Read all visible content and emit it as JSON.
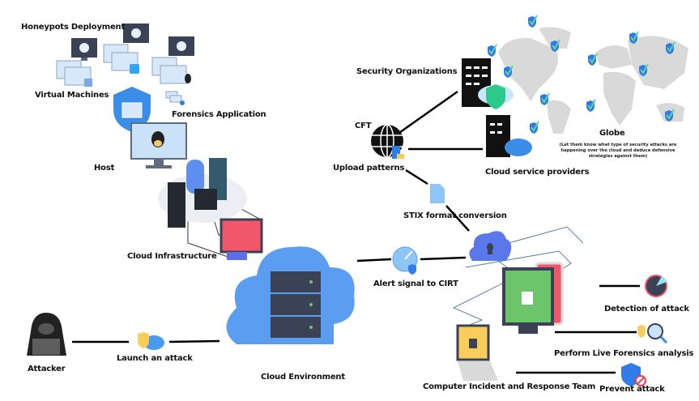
{
  "diagram": {
    "labels": {
      "honeypots": "Honeypots Deployment",
      "virtual_machines": "Virtual Machines",
      "forensics_app": "Forensics Application",
      "host": "Host",
      "cloud_infrastructure": "Cloud Infrastructure",
      "security_orgs": "Security Organizations",
      "cft": "CFT",
      "upload_patterns": "Upload patterns",
      "cloud_service_providers": "Cloud service providers",
      "globe": "Globe",
      "globe_note": "(Let them know what type of security attacks are happening over the cloud and deduce defensive strategies against them)",
      "stix": "STIX format conversion",
      "alert": "Alert signal to CIRT",
      "detection": "Detection of attack",
      "live_forensics": "Perform Live Forensics analysis",
      "prevent": "Prevent attack",
      "cirt": "Computer Incident and Response Team",
      "attacker": "Attacker",
      "launch": "Launch an attack",
      "cloud_env": "Cloud Environment"
    },
    "icons": [
      "skull-monitor-icon",
      "windows-icon",
      "linux-penguin-icon",
      "mac-finder-icon",
      "shield-window-icon",
      "penguin-monitor-icon",
      "server-rack-icon",
      "database-icon",
      "red-code-monitor-icon",
      "building-icon",
      "green-shield-icon",
      "globe-icon",
      "gear-cloud-icon",
      "world-map",
      "check-shield-icon",
      "document-icon",
      "lock-cloud-icon",
      "radar-icon",
      "green-lock-monitor-icon",
      "red-lock-phone-icon",
      "yellow-lock-laptop-icon",
      "radar-detect-icon",
      "circuit-magnifier-icon",
      "blocked-shield-icon",
      "hooded-attacker-icon",
      "warning-cloud-icon",
      "server-stack-cloud-icon"
    ],
    "colors": {
      "blue": "#4a8ff0",
      "light_blue": "#8ec5f7",
      "green": "#6cc56a",
      "red": "#f2566a",
      "yellow": "#f8cd5b",
      "dark": "#3b4256",
      "map_gray": "#d9d9d9"
    }
  }
}
